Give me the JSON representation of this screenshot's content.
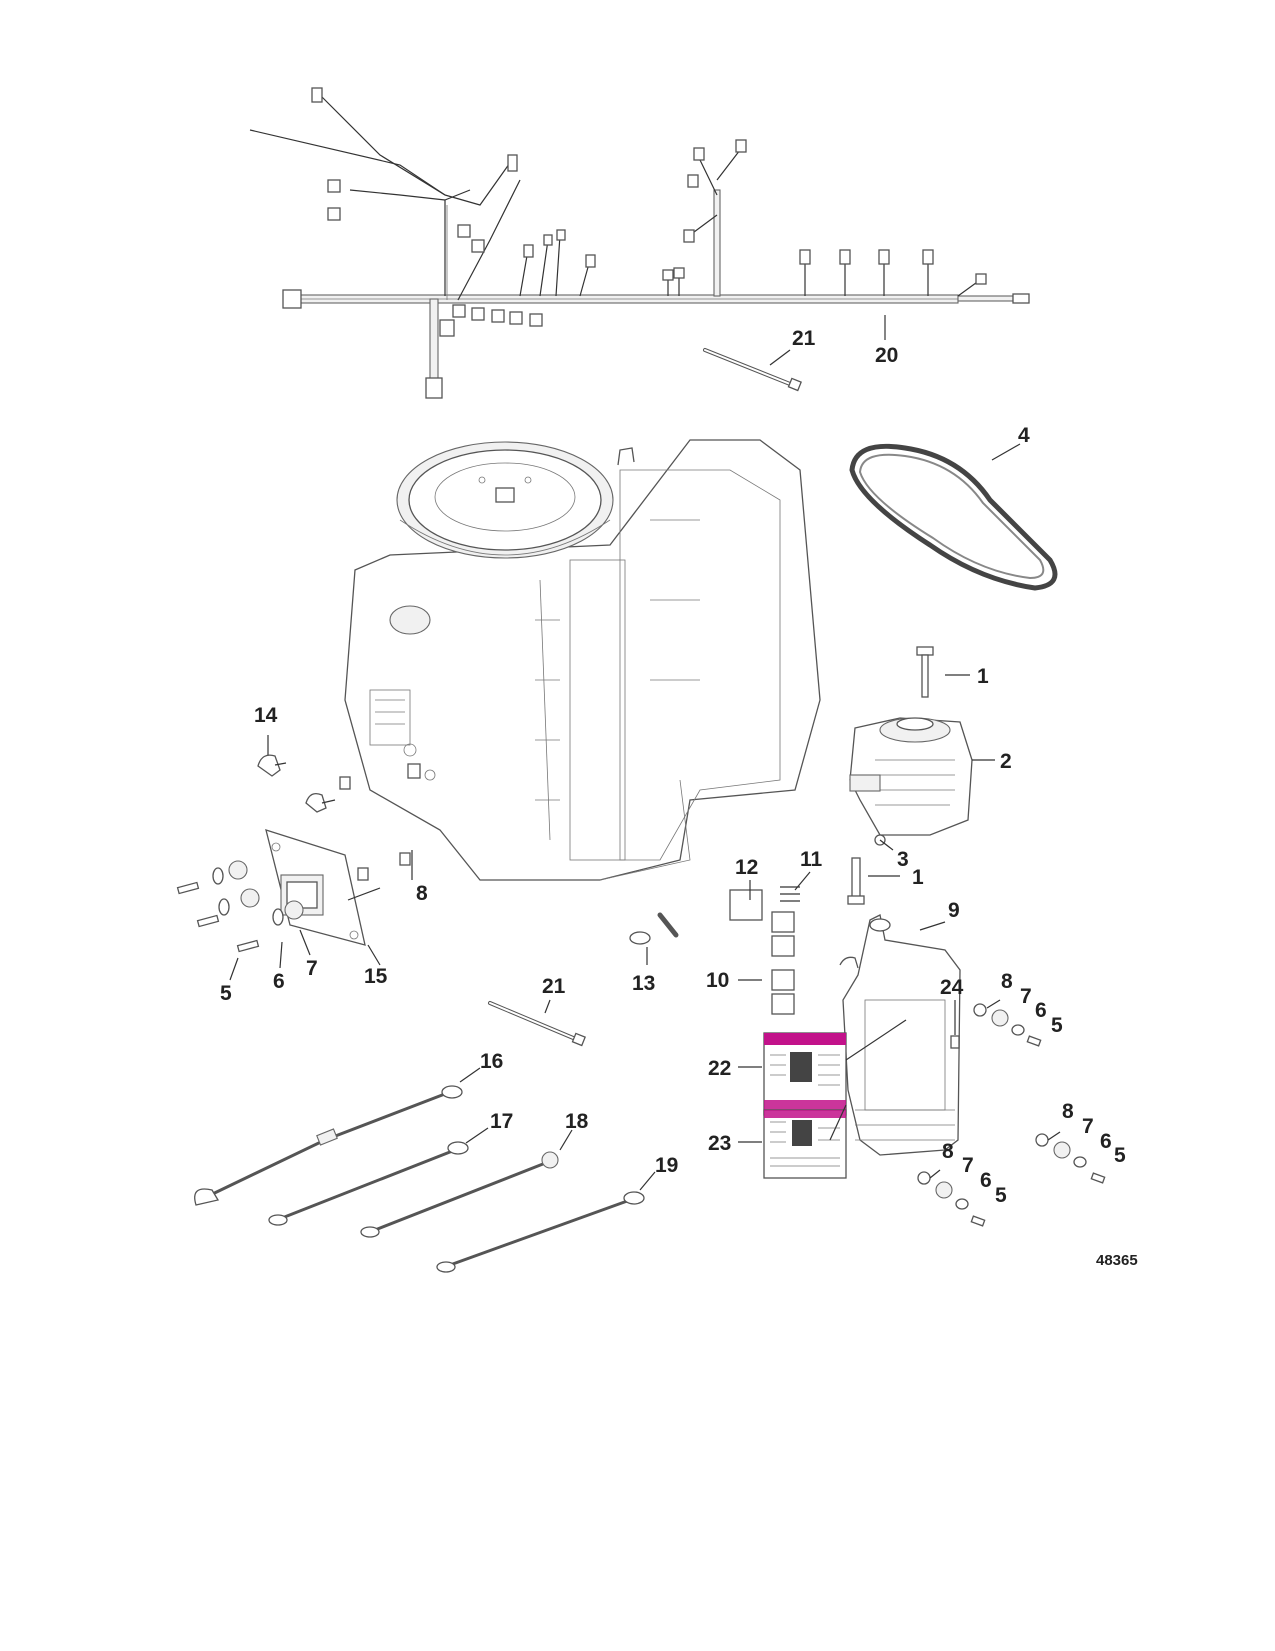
{
  "figure_number": "48365",
  "callouts": [
    {
      "id": "c20",
      "label": "20"
    },
    {
      "id": "c21a",
      "label": "21"
    },
    {
      "id": "c4",
      "label": "4"
    },
    {
      "id": "c1a",
      "label": "1"
    },
    {
      "id": "c2",
      "label": "2"
    },
    {
      "id": "c3",
      "label": "3"
    },
    {
      "id": "c1b",
      "label": "1"
    },
    {
      "id": "c14",
      "label": "14"
    },
    {
      "id": "c8a",
      "label": "8"
    },
    {
      "id": "c5a",
      "label": "5"
    },
    {
      "id": "c6a",
      "label": "6"
    },
    {
      "id": "c7a",
      "label": "7"
    },
    {
      "id": "c15",
      "label": "15"
    },
    {
      "id": "c12",
      "label": "12"
    },
    {
      "id": "c11",
      "label": "11"
    },
    {
      "id": "c9",
      "label": "9"
    },
    {
      "id": "c13",
      "label": "13"
    },
    {
      "id": "c10",
      "label": "10"
    },
    {
      "id": "c21b",
      "label": "21"
    },
    {
      "id": "c24",
      "label": "24"
    },
    {
      "id": "c8b",
      "label": "8"
    },
    {
      "id": "c7b",
      "label": "7"
    },
    {
      "id": "c6b",
      "label": "6"
    },
    {
      "id": "c5b",
      "label": "5"
    },
    {
      "id": "c22",
      "label": "22"
    },
    {
      "id": "c23",
      "label": "23"
    },
    {
      "id": "c16",
      "label": "16"
    },
    {
      "id": "c17",
      "label": "17"
    },
    {
      "id": "c18",
      "label": "18"
    },
    {
      "id": "c19",
      "label": "19"
    },
    {
      "id": "c8c",
      "label": "8"
    },
    {
      "id": "c7c",
      "label": "7"
    },
    {
      "id": "c6c",
      "label": "6"
    },
    {
      "id": "c5c",
      "label": "5"
    },
    {
      "id": "c8d",
      "label": "8"
    },
    {
      "id": "c7d",
      "label": "7"
    },
    {
      "id": "c6d",
      "label": "6"
    },
    {
      "id": "c5d",
      "label": "5"
    }
  ],
  "colors": {
    "decal_accent": "#c2128a",
    "line": "#333333",
    "part_fill": "#f1f1f1"
  }
}
